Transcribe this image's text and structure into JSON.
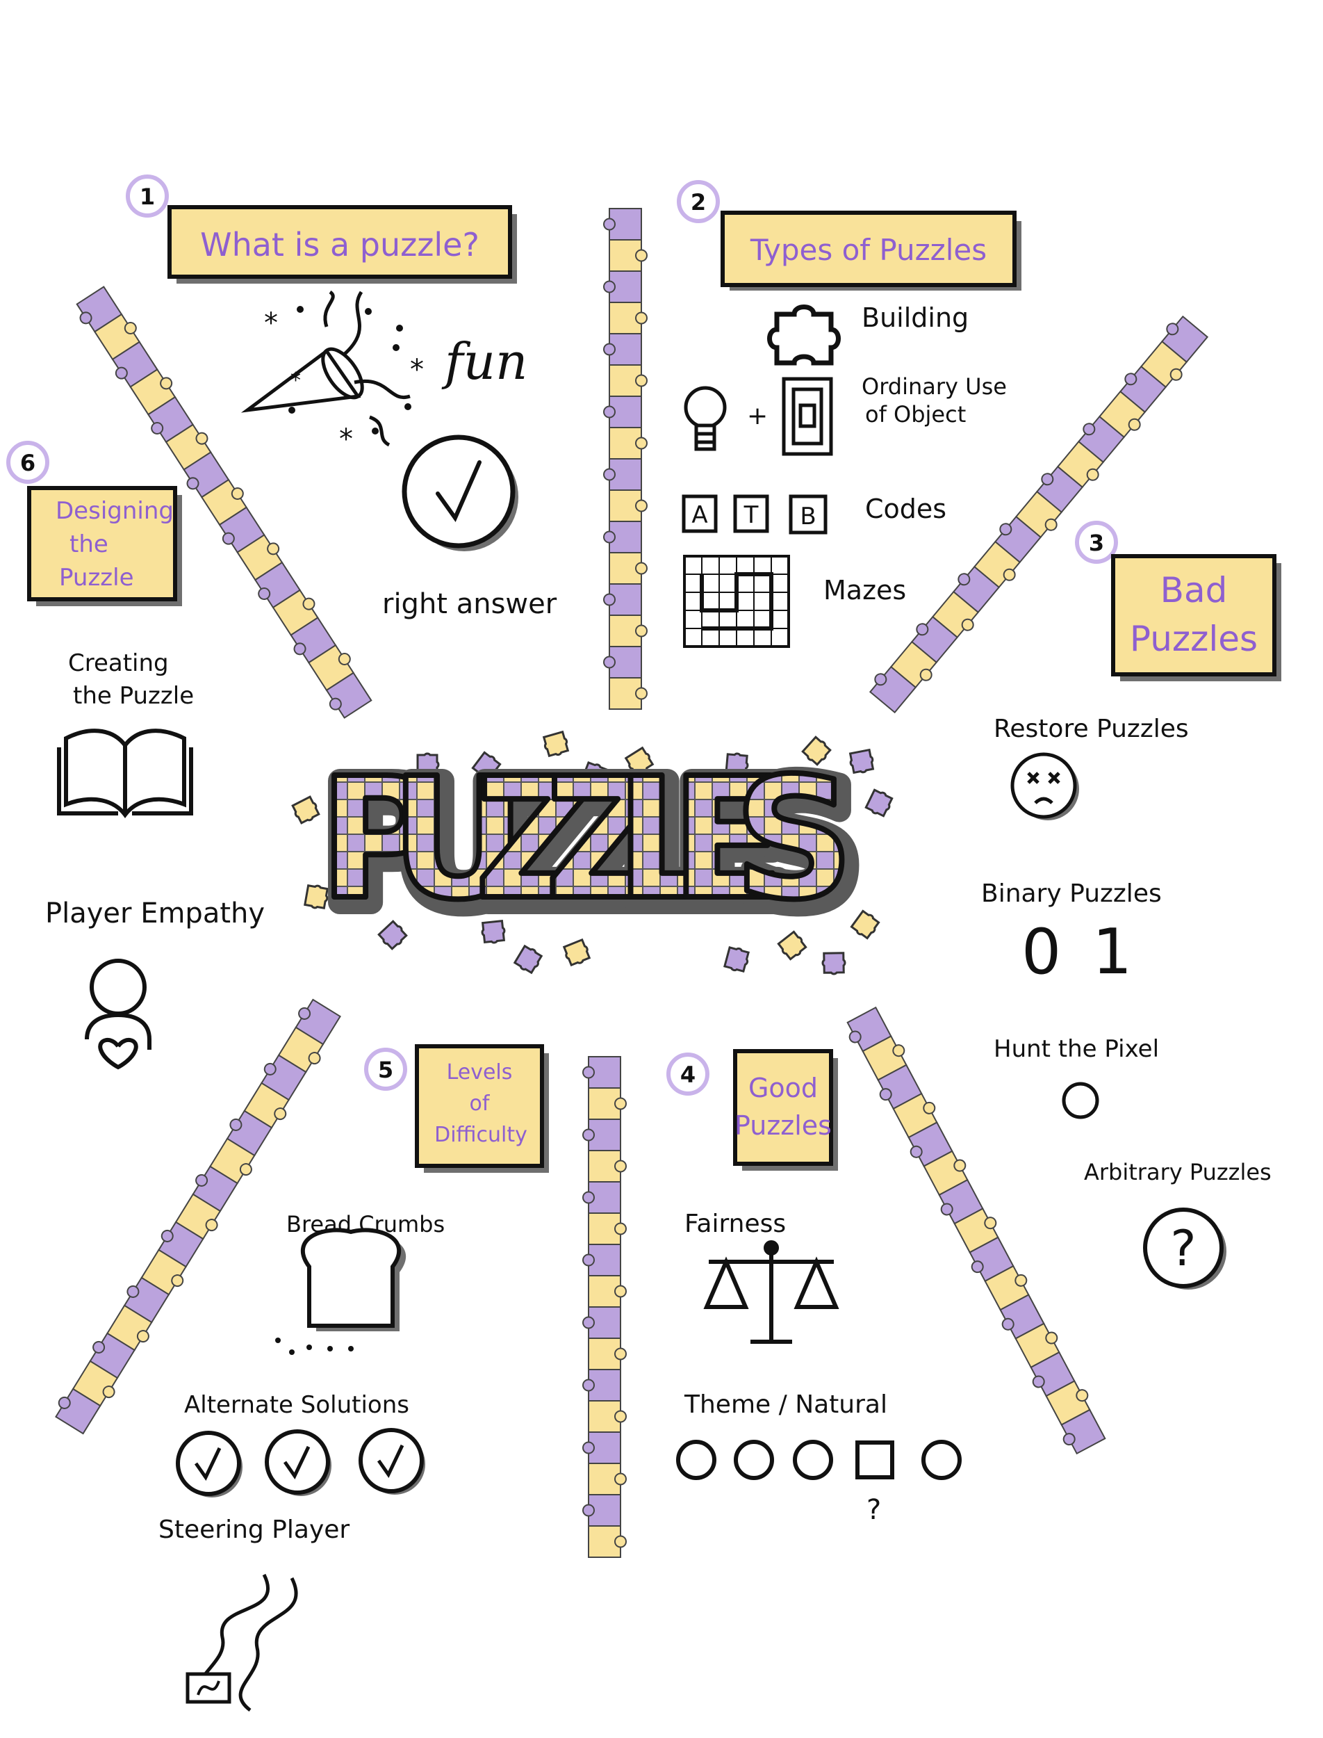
{
  "center_title": "PUZZLES",
  "colors": {
    "yellow": "#f9e29a",
    "purple": "#bba3dd",
    "accent": "#8e5fd0",
    "outline": "#111111",
    "shadow": "#777777"
  },
  "sections": [
    {
      "number": "1",
      "title": "What is a puzzle?",
      "items": [
        {
          "label": "fun",
          "icon": "party-popper-icon"
        },
        {
          "label": "right answer",
          "icon": "checkmark-circle-icon"
        }
      ]
    },
    {
      "number": "2",
      "title": "Types of Puzzles",
      "items": [
        {
          "label": "Building",
          "icon": "puzzle-piece-icon"
        },
        {
          "label_line1": "Ordinary Use",
          "label_line2": "of Object",
          "plus": "+",
          "icon": "lightbulb-switch-icon"
        },
        {
          "label": "Codes",
          "letters": [
            "A",
            "T",
            "B"
          ]
        },
        {
          "label": "Mazes",
          "icon": "maze-icon"
        }
      ]
    },
    {
      "number": "3",
      "title_line1": "Bad",
      "title_line2": "Puzzles",
      "items": [
        {
          "label": "Restore Puzzles",
          "icon": "dead-face-icon"
        },
        {
          "label": "Binary Puzzles",
          "digits": [
            "0",
            "1"
          ]
        },
        {
          "label": "Hunt the Pixel",
          "icon": "small-circle-icon"
        },
        {
          "label": "Arbitrary Puzzles",
          "symbol": "?"
        }
      ]
    },
    {
      "number": "4",
      "title_line1": "Good",
      "title_line2": "Puzzles",
      "items": [
        {
          "label": "Fairness",
          "icon": "scales-icon"
        },
        {
          "label": "Theme / Natural",
          "symbol": "?"
        }
      ]
    },
    {
      "number": "5",
      "title_line1": "Levels",
      "title_line2": "of",
      "title_line3": "Difficulty",
      "items": [
        {
          "label": "Bread Crumbs",
          "icon": "bread-icon"
        },
        {
          "label": "Alternate   Solutions",
          "icon": "three-checkmarks-icon"
        },
        {
          "label": "Steering Player",
          "icon": "winding-path-icon"
        }
      ]
    },
    {
      "number": "6",
      "title_line1": "Designing",
      "title_line2": "the",
      "title_line3": "Puzzle",
      "items": [
        {
          "label_line1": "Creating",
          "label_line2": "the Puzzle",
          "icon": "open-book-icon"
        },
        {
          "label": "Player Empathy",
          "icon": "person-heart-icon"
        }
      ]
    }
  ]
}
